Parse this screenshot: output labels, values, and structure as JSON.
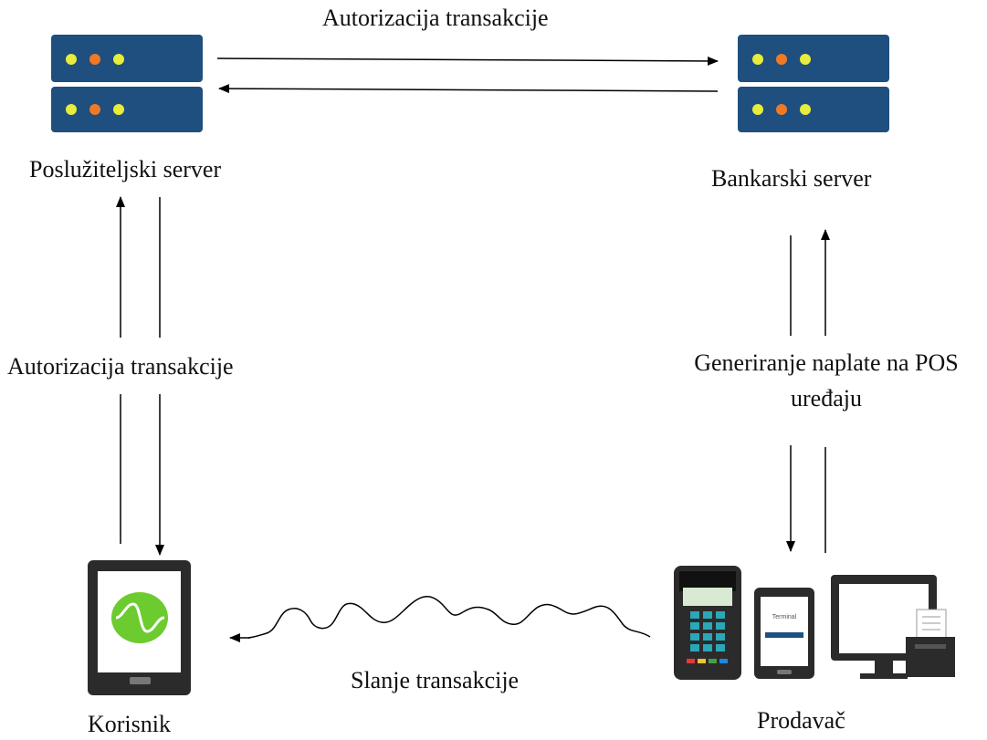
{
  "top_arrow_label": "Autorizacija transakcije",
  "left_server_label": "Poslužiteljski server",
  "right_server_label": "Bankarski server",
  "left_mid_label": "Autorizacija transakcije",
  "right_mid_label_line1": "Generiranje naplate na POS",
  "right_mid_label_line2": "uređaju",
  "bottom_arrow_label": "Slanje transakcije",
  "user_label": "Korisnik",
  "merchant_label": "Prodavač",
  "tablet_label": "Terminal",
  "colors": {
    "server_blue": "#1e4f7e",
    "led_yellow": "#e8ec3a",
    "led_orange": "#f07a24",
    "device_dark": "#2b2b2b",
    "app_green": "#6ccb2e",
    "keypad_teal": "#2aa7b8"
  }
}
